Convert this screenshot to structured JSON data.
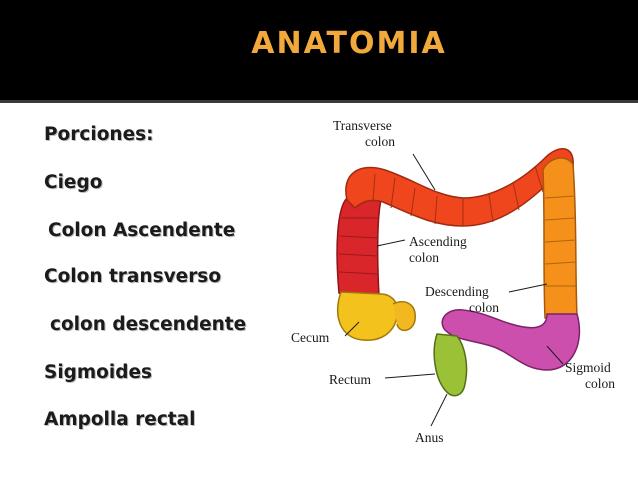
{
  "slide": {
    "title": "ANATOMIA",
    "bullets": [
      "Porciones:",
      "Ciego",
      "Colon Ascendente",
      "Colon transverso",
      "colon descendente",
      "Sigmoides",
      "Ampolla rectal"
    ]
  },
  "figure": {
    "labels": {
      "transverse_1": "Transverse",
      "transverse_2": "colon",
      "ascending_1": "Ascending",
      "ascending_2": "colon",
      "descending_1": "Descending",
      "descending_2": "colon",
      "cecum": "Cecum",
      "rectum": "Rectum",
      "sigmoid_1": "Sigmoid",
      "sigmoid_2": "colon",
      "anus": "Anus"
    },
    "colors": {
      "transverse": "#f0461e",
      "ascending": "#d9262a",
      "descending": "#f5901a",
      "cecum": "#f4c21d",
      "sigmoid": "#cc4fae",
      "rectum": "#9bc237"
    }
  },
  "colors": {
    "title": "#f2a93b",
    "title_bar": "#000000",
    "text": "#1b1b1b"
  }
}
